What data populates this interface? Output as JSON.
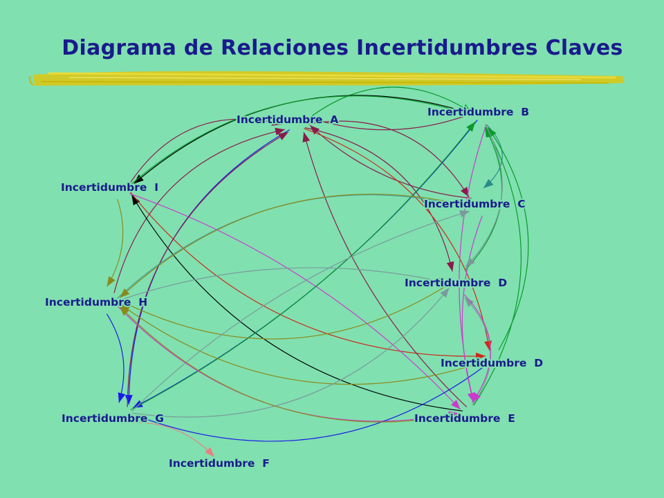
{
  "slide": {
    "title": "Diagrama de Relaciones Incertidumbres Claves",
    "colors": {
      "background": "#80E0B0",
      "title": "#1A1A8C",
      "underline": "#D8C81A"
    }
  },
  "nodes": [
    {
      "id": "A",
      "label": "Incertidumbre  A"
    },
    {
      "id": "B",
      "label": "Incertidumbre  B"
    },
    {
      "id": "I",
      "label": "Incertidumbre  I"
    },
    {
      "id": "C",
      "label": "Incertidumbre  C"
    },
    {
      "id": "D1",
      "label": "Incertidumbre  D"
    },
    {
      "id": "H",
      "label": "Incertidumbre  H"
    },
    {
      "id": "D2",
      "label": "Incertidumbre  D"
    },
    {
      "id": "G",
      "label": "Incertidumbre  G"
    },
    {
      "id": "E",
      "label": "Incertidumbre  E"
    },
    {
      "id": "F",
      "label": "Incertidumbre  F"
    }
  ],
  "edges": [
    {
      "from": "I",
      "to": "A",
      "color": "#8B1A4A"
    },
    {
      "from": "A",
      "to": "B",
      "color": "#0A9A2A"
    },
    {
      "from": "B",
      "to": "A",
      "color": "#8B1A4A"
    },
    {
      "from": "B",
      "to": "I",
      "color": "#000000"
    },
    {
      "from": "A",
      "to": "C",
      "color": "#8B1A4A"
    },
    {
      "from": "C",
      "to": "A",
      "color": "#8B1A4A"
    },
    {
      "from": "B",
      "to": "C",
      "color": "#2A8A8A"
    },
    {
      "from": "I",
      "to": "B",
      "color": "#0A9A2A"
    },
    {
      "from": "I",
      "to": "H",
      "color": "#8A8A1A"
    },
    {
      "from": "H",
      "to": "A",
      "color": "#8B1A4A"
    },
    {
      "from": "A",
      "to": "G",
      "color": "#1A1AE8"
    },
    {
      "from": "B",
      "to": "G",
      "color": "#1A1AE8"
    },
    {
      "from": "E",
      "to": "I",
      "color": "#000000"
    },
    {
      "from": "I",
      "to": "D2",
      "color": "#CC2A1A"
    },
    {
      "from": "I",
      "to": "E",
      "color": "#CC3ACC"
    },
    {
      "from": "A",
      "to": "D1",
      "color": "#8B1A4A"
    },
    {
      "from": "A",
      "to": "D2",
      "color": "#CC2A1A"
    },
    {
      "from": "E",
      "to": "A",
      "color": "#8B1A4A"
    },
    {
      "from": "G",
      "to": "A",
      "color": "#8B1A4A"
    },
    {
      "from": "E",
      "to": "B",
      "color": "#0A9A2A"
    },
    {
      "from": "B",
      "to": "E",
      "color": "#CC3ACC"
    },
    {
      "from": "D2",
      "to": "B",
      "color": "#0A9A2A"
    },
    {
      "from": "D1",
      "to": "B",
      "color": "#0A9A2A"
    },
    {
      "from": "G",
      "to": "B",
      "color": "#0A9A2A"
    },
    {
      "from": "H",
      "to": "C",
      "color": "#4A9A9A"
    },
    {
      "from": "C",
      "to": "H",
      "color": "#8A8A1A"
    },
    {
      "from": "H",
      "to": "D1",
      "color": "#7A9A9A"
    },
    {
      "from": "D1",
      "to": "H",
      "color": "#8A8A1A"
    },
    {
      "from": "D2",
      "to": "H",
      "color": "#8A8A1A"
    },
    {
      "from": "H",
      "to": "G",
      "color": "#1A1AE8"
    },
    {
      "from": "H",
      "to": "E",
      "color": "#CC3ACC"
    },
    {
      "from": "D2",
      "to": "G",
      "color": "#1A1AE8"
    },
    {
      "from": "G",
      "to": "C",
      "color": "#7A9A9A"
    },
    {
      "from": "G",
      "to": "D1",
      "color": "#7A9A9A"
    },
    {
      "from": "E",
      "to": "H",
      "color": "#8A8A1A"
    },
    {
      "from": "G",
      "to": "F",
      "color": "#E88080"
    },
    {
      "from": "E",
      "to": "D1",
      "color": "#7A9A9A"
    },
    {
      "from": "D1",
      "to": "E",
      "color": "#CC3ACC"
    },
    {
      "from": "C",
      "to": "E",
      "color": "#CC3ACC"
    },
    {
      "from": "B",
      "to": "D1",
      "color": "#7A9A9A"
    }
  ]
}
